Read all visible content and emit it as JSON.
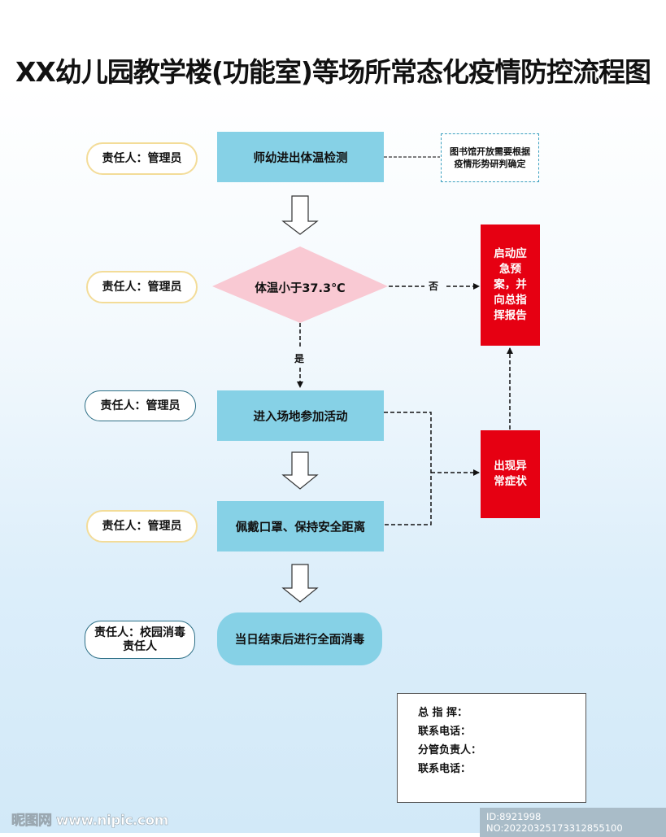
{
  "title": "XX幼儿园教学楼(功能室)等场所常态化疫情防控流程图",
  "responsibles": [
    {
      "label": "责任人：管理员"
    },
    {
      "label": "责任人：管理员"
    },
    {
      "label": "责任人：管理员"
    },
    {
      "label": "责任人：管理员"
    },
    {
      "label": "责任人：校园消毒责任人"
    }
  ],
  "steps": {
    "temp_check": "师幼进出体温检测",
    "decision": "体温小于37.3℃",
    "enter": "进入场地参加活动",
    "mask": "佩戴口罩、保持安全距离",
    "disinfect": "当日结束后进行全面消毒"
  },
  "note": "图书馆开放需要根据疫情形势研判确定",
  "edge_labels": {
    "no": "否",
    "yes": "是"
  },
  "red_boxes": {
    "emergency": "启动应急预案，并向总指挥报告",
    "abnormal": "出现异常症状"
  },
  "contact": {
    "rows": [
      "总 指 挥：",
      "联系电话：",
      "分管负责人：",
      "联系电话："
    ]
  },
  "watermark": {
    "left": "昵图网 www.nipic.com",
    "right": "ID:8921998 NO:20220325173312855100"
  },
  "colors": {
    "step_fill": "#86d1e6",
    "decision_fill": "#f9c9d3",
    "alert_fill": "#e60012",
    "resp_border_yellow": "#f3dc98",
    "resp_border_teal": "#2d6f86"
  }
}
